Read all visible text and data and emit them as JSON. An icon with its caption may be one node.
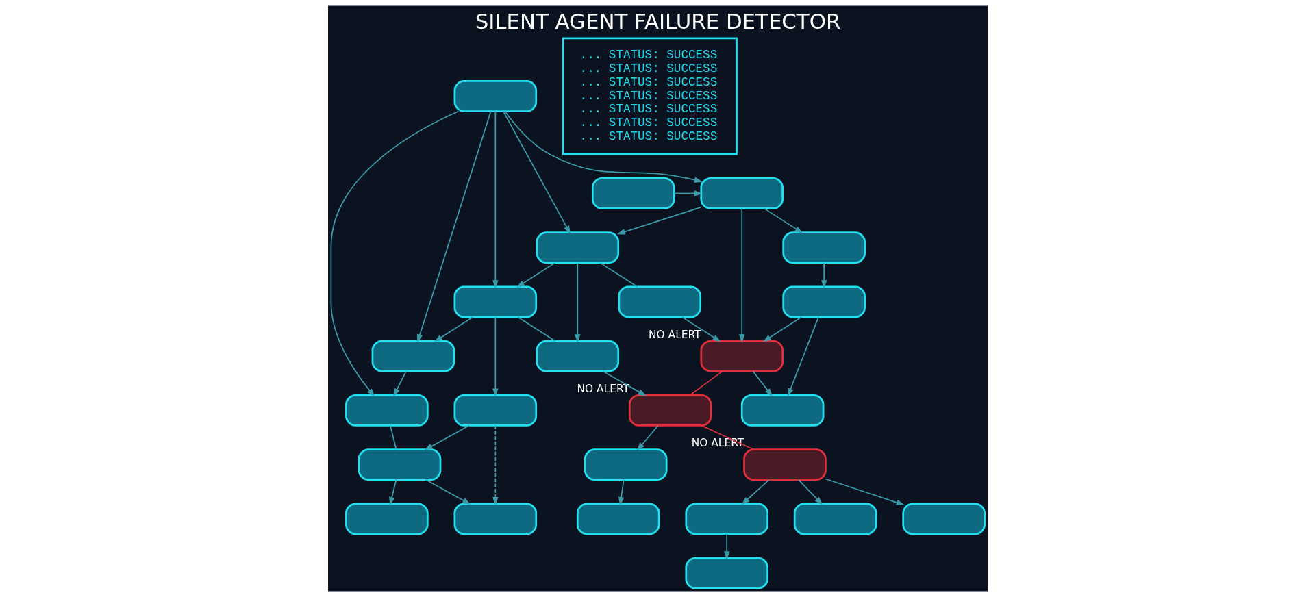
{
  "diagram": {
    "title": "SILENT AGENT FAILURE DETECTOR",
    "nodes": [
      {
        "text": [],
        "shape": "box"
      },
      {
        "text": [],
        "shape": "box"
      },
      {
        "text": [],
        "shape": "box"
      },
      {
        "text": [],
        "shape": "box"
      },
      {
        "text": [],
        "shape": "box"
      },
      {
        "text": [],
        "shape": "box"
      },
      {
        "text": [],
        "shape": "box"
      },
      {
        "text": [],
        "shape": "box"
      },
      {
        "text": [],
        "shape": "box"
      },
      {
        "text": [],
        "shape": "box"
      },
      {
        "text": [],
        "shape": "box"
      },
      {
        "text": [],
        "shape": "box"
      },
      {
        "text": [],
        "shape": "box"
      },
      {
        "text": [],
        "shape": "box",
        "beside": [
          "NO ALERT"
        ]
      },
      {
        "text": [],
        "shape": "box",
        "beside": [
          "NO ALERT"
        ]
      },
      {
        "text": [],
        "shape": "box"
      },
      {
        "text": [],
        "shape": "box"
      },
      {
        "text": [],
        "shape": "box"
      },
      {
        "text": [],
        "shape": "box"
      },
      {
        "text": [],
        "shape": "box",
        "beside": [
          "NO ALERT"
        ]
      },
      {
        "text": [],
        "shape": "box"
      },
      {
        "text": [],
        "shape": "box"
      },
      {
        "text": [],
        "shape": "box"
      },
      {
        "text": [],
        "shape": "box"
      },
      {
        "text": [],
        "shape": "box"
      },
      {
        "text": [
          "... STATUS: SUCCESS",
          "... STATUS: SUCCESS",
          "... STATUS: SUCCESS",
          "... STATUS: SUCCESS",
          "... STATUS: SUCCESS",
          "... STATUS: SUCCESS",
          "... STATUS: SUCCESS"
        ]
      }
    ],
    "edges": [
      {
        "from": 0,
        "to": 1,
        "arrow": "to"
      },
      {
        "from": 0,
        "to": 2,
        "arrow": "to"
      },
      {
        "from": 0,
        "to": 3,
        "arrow": "to"
      },
      {
        "from": 0,
        "to": 4,
        "arrow": "to"
      },
      {
        "from": 0,
        "to": 6,
        "arrow": "to"
      },
      {
        "from": 5,
        "to": 6,
        "arrow": "to"
      },
      {
        "from": 6,
        "to": 1,
        "arrow": "to"
      },
      {
        "from": 6,
        "to": 13,
        "arrow": "to"
      },
      {
        "from": 6,
        "to": 12,
        "arrow": "to"
      },
      {
        "from": 12,
        "to": 16,
        "arrow": "to"
      },
      {
        "from": 16,
        "to": 13,
        "arrow": "to"
      },
      {
        "from": 16,
        "to": 17,
        "arrow": "to"
      },
      {
        "from": 1,
        "to": 7,
        "arrow": "none"
      },
      {
        "from": 7,
        "to": 13,
        "arrow": "to"
      },
      {
        "from": 13,
        "to": 17,
        "arrow": "to"
      },
      {
        "from": 1,
        "to": 2,
        "arrow": "to"
      },
      {
        "from": 1,
        "to": 8,
        "arrow": "to"
      },
      {
        "from": 2,
        "to": 8,
        "arrow": "none"
      },
      {
        "from": 8,
        "to": 14,
        "arrow": "to"
      },
      {
        "from": 14,
        "to": 18,
        "arrow": "to"
      },
      {
        "from": 18,
        "to": 22,
        "arrow": "to"
      },
      {
        "from": 2,
        "to": 3,
        "arrow": "to"
      },
      {
        "from": 2,
        "to": 9,
        "arrow": "to"
      },
      {
        "from": 3,
        "to": 4,
        "arrow": "to"
      },
      {
        "from": 9,
        "to": 10,
        "arrow": "to"
      },
      {
        "from": 4,
        "to": 10,
        "arrow": "none"
      },
      {
        "from": 10,
        "to": 11,
        "arrow": "to"
      },
      {
        "from": 10,
        "to": 15,
        "arrow": "to"
      },
      {
        "from": 9,
        "to": 15,
        "arrow": "to",
        "style": "dashed"
      },
      {
        "from": 19,
        "to": 20,
        "arrow": "to"
      },
      {
        "from": 19,
        "to": 24,
        "arrow": "to"
      },
      {
        "from": 19,
        "to": 23,
        "arrow": "to"
      },
      {
        "from": 20,
        "to": 21,
        "arrow": "to"
      },
      {
        "from": 13,
        "to": 14,
        "arrow": "none",
        "color": "#d8303c"
      },
      {
        "from": 14,
        "to": 19,
        "arrow": "none",
        "color": "#d8303c"
      }
    ]
  }
}
